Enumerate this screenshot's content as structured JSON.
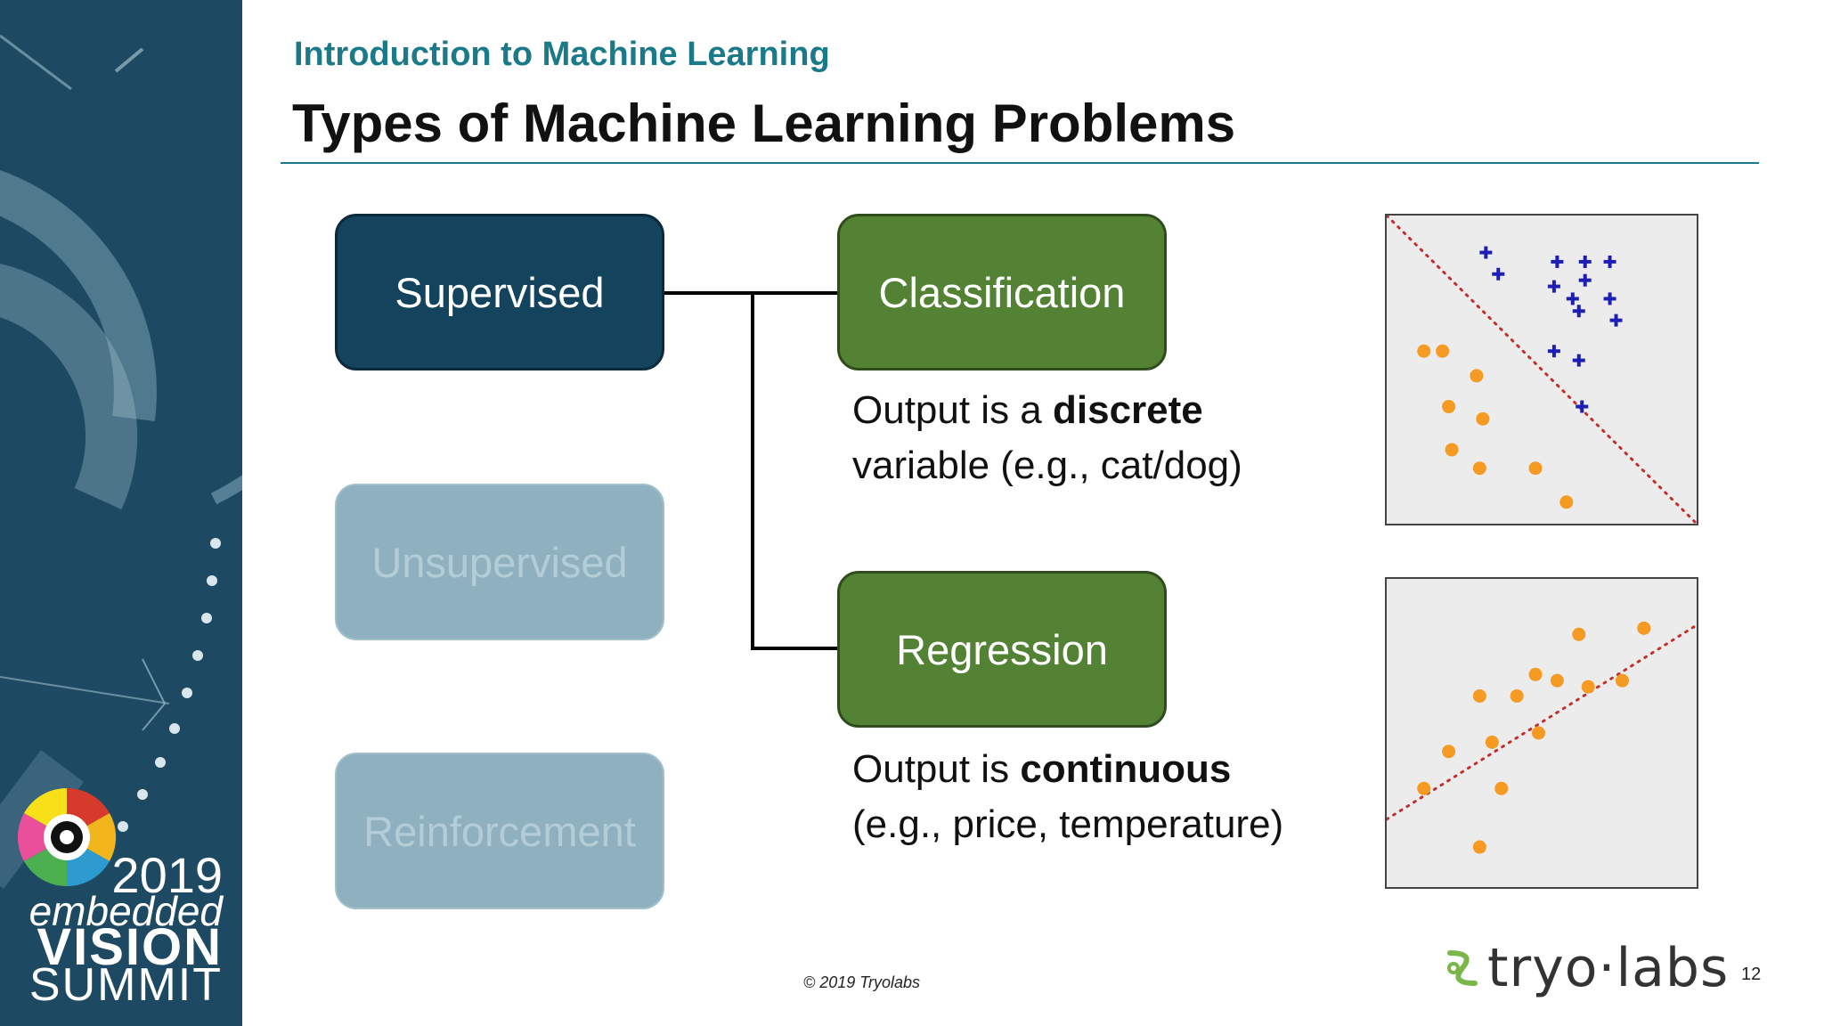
{
  "slide": {
    "subtitle": "Introduction to Machine Learning",
    "title": "Types of Machine Learning Problems",
    "copyright": "© 2019 Tryolabs",
    "brand": "tryo·labs",
    "page_number": "12"
  },
  "event_logo": {
    "year": "2019",
    "line1": "embedded",
    "line2": "VISION",
    "line3": "SUMMIT"
  },
  "categories": {
    "supervised": "Supervised",
    "unsupervised": "Unsupervised",
    "reinforcement": "Reinforcement"
  },
  "tasks": {
    "classification": {
      "label": "Classification",
      "desc_prefix": "Output is a ",
      "desc_bold": "discrete",
      "desc_line2": "variable (e.g., cat/dog)"
    },
    "regression": {
      "label": "Regression",
      "desc_prefix": "Output is ",
      "desc_bold": "continuous",
      "desc_line2": "(e.g., price, temperature)"
    }
  },
  "colors": {
    "sidebar": "#1d4a62",
    "accent": "#1a7a8a",
    "supervised": "#13435d",
    "inactive": "#8fb1bf",
    "task": "#548235",
    "orange": "#f59a23",
    "blue": "#1e1eb4",
    "dotted_line": "#c0302e",
    "brand_green": "#7ab648"
  },
  "classification_plot": {
    "class_plus": [
      [
        32,
        12
      ],
      [
        36,
        19
      ],
      [
        55,
        15
      ],
      [
        64,
        15
      ],
      [
        72,
        15
      ],
      [
        54,
        23
      ],
      [
        64,
        21
      ],
      [
        60,
        27
      ],
      [
        72,
        27
      ],
      [
        62,
        31
      ],
      [
        74,
        34
      ],
      [
        54,
        44
      ],
      [
        62,
        47
      ],
      [
        63,
        62
      ]
    ],
    "class_circle": [
      [
        12,
        44
      ],
      [
        18,
        44
      ],
      [
        29,
        52
      ],
      [
        20,
        62
      ],
      [
        31,
        66
      ],
      [
        21,
        76
      ],
      [
        30,
        82
      ],
      [
        48,
        82
      ],
      [
        58,
        93
      ]
    ],
    "boundary": [
      [
        0,
        0
      ],
      [
        100,
        100
      ]
    ]
  },
  "regression_plot": {
    "points": [
      [
        62,
        18
      ],
      [
        83,
        16
      ],
      [
        48,
        31
      ],
      [
        55,
        33
      ],
      [
        65,
        35
      ],
      [
        30,
        38
      ],
      [
        42,
        38
      ],
      [
        76,
        33
      ],
      [
        49,
        50
      ],
      [
        34,
        53
      ],
      [
        20,
        56
      ],
      [
        37,
        68
      ],
      [
        12,
        68
      ],
      [
        30,
        87
      ]
    ],
    "fit": [
      [
        0,
        78
      ],
      [
        100,
        15
      ]
    ]
  }
}
